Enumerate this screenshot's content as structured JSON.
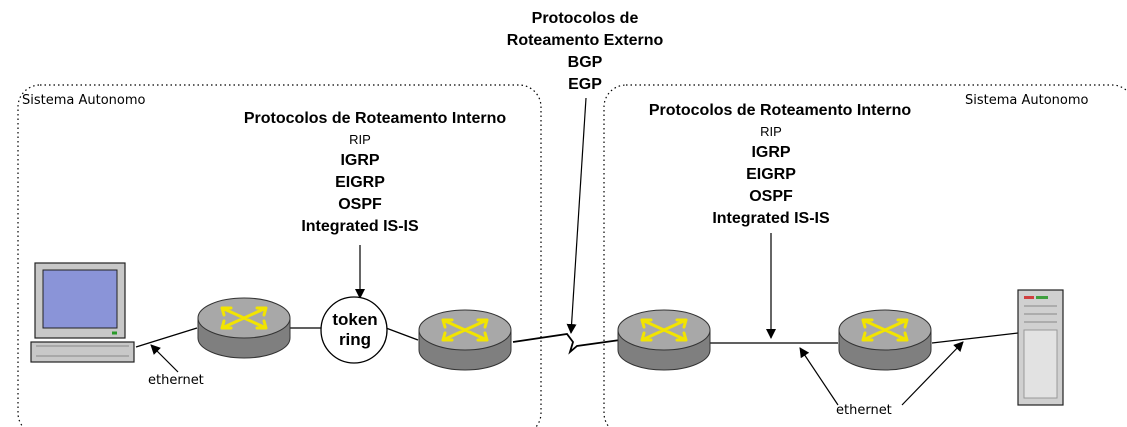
{
  "external": {
    "title_line1": "Protocolos de",
    "title_line2": "Roteamento Externo",
    "protocols": [
      "BGP",
      "EGP"
    ]
  },
  "left_as": {
    "label": "Sistema Autonomo",
    "heading": "Protocolos de Roteamento Interno",
    "protocols": [
      "RIP",
      "IGRP",
      "EIGRP",
      "OSPF",
      "Integrated IS-IS"
    ],
    "token_ring_line1": "token",
    "token_ring_line2": "ring",
    "ethernet_label": "ethernet"
  },
  "right_as": {
    "label": "Sistema Autonomo",
    "heading": "Protocolos de Roteamento Interno",
    "protocols": [
      "RIP",
      "IGRP",
      "EIGRP",
      "OSPF",
      "Integrated IS-IS"
    ],
    "ethernet_label": "ethernet"
  },
  "colors": {
    "router_body": "#9a9a9a",
    "router_arrows": "#f2e400",
    "screen": "#8a94d8",
    "line": "#000000"
  }
}
